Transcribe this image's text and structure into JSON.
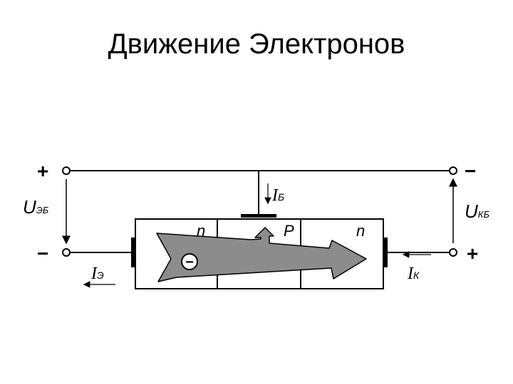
{
  "title": "Движение Электронов",
  "diagram": {
    "regions": [
      "n",
      "P",
      "n"
    ],
    "electron_symbol": "−",
    "terminals": {
      "top_left_sign": "+",
      "top_right_sign": "−",
      "bottom_left_sign": "−",
      "bottom_right_sign": "+"
    },
    "labels": {
      "u_eb_main": "U",
      "u_eb_sub": "ЭБ",
      "u_kb_main": "U",
      "u_kb_sub": "КБ",
      "i_b_main": "I",
      "i_b_sub": "Б",
      "i_e_main": "I",
      "i_e_sub": "Э",
      "i_k_main": "I",
      "i_k_sub": "К"
    },
    "colors": {
      "line": "#000000",
      "arrow_fill": "#8c8c8c",
      "background": "#ffffff"
    }
  }
}
